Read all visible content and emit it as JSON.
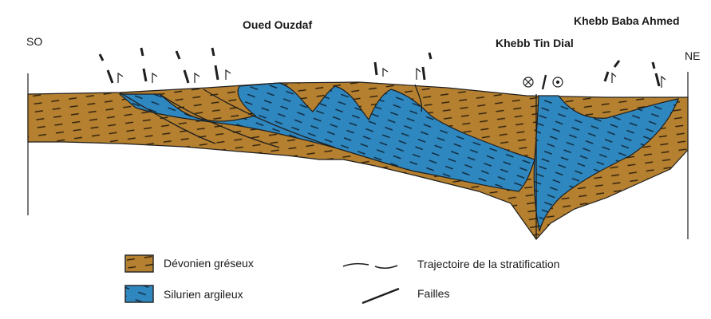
{
  "labels": {
    "left_end": "SO",
    "right_end": "NE",
    "place_oued": "Oued Ouzdaf",
    "place_tin_dial": "Khebb Tin Dial",
    "place_baba": "Khebb Baba Ahmed"
  },
  "legend": {
    "devonian": "Dévonien gréseux",
    "silurian": "Silurien argileux",
    "bedding": "Trajectoire de la stratification",
    "faults": "Failles"
  },
  "colors": {
    "devonian": "#b5802f",
    "silurian": "#2f87bf",
    "line": "#1e1e1e"
  },
  "icons": {
    "fault_symbol_1": "reverse-fault-arrow-icon",
    "fault_symbol_center": "strike-slip-symbol-icon"
  }
}
